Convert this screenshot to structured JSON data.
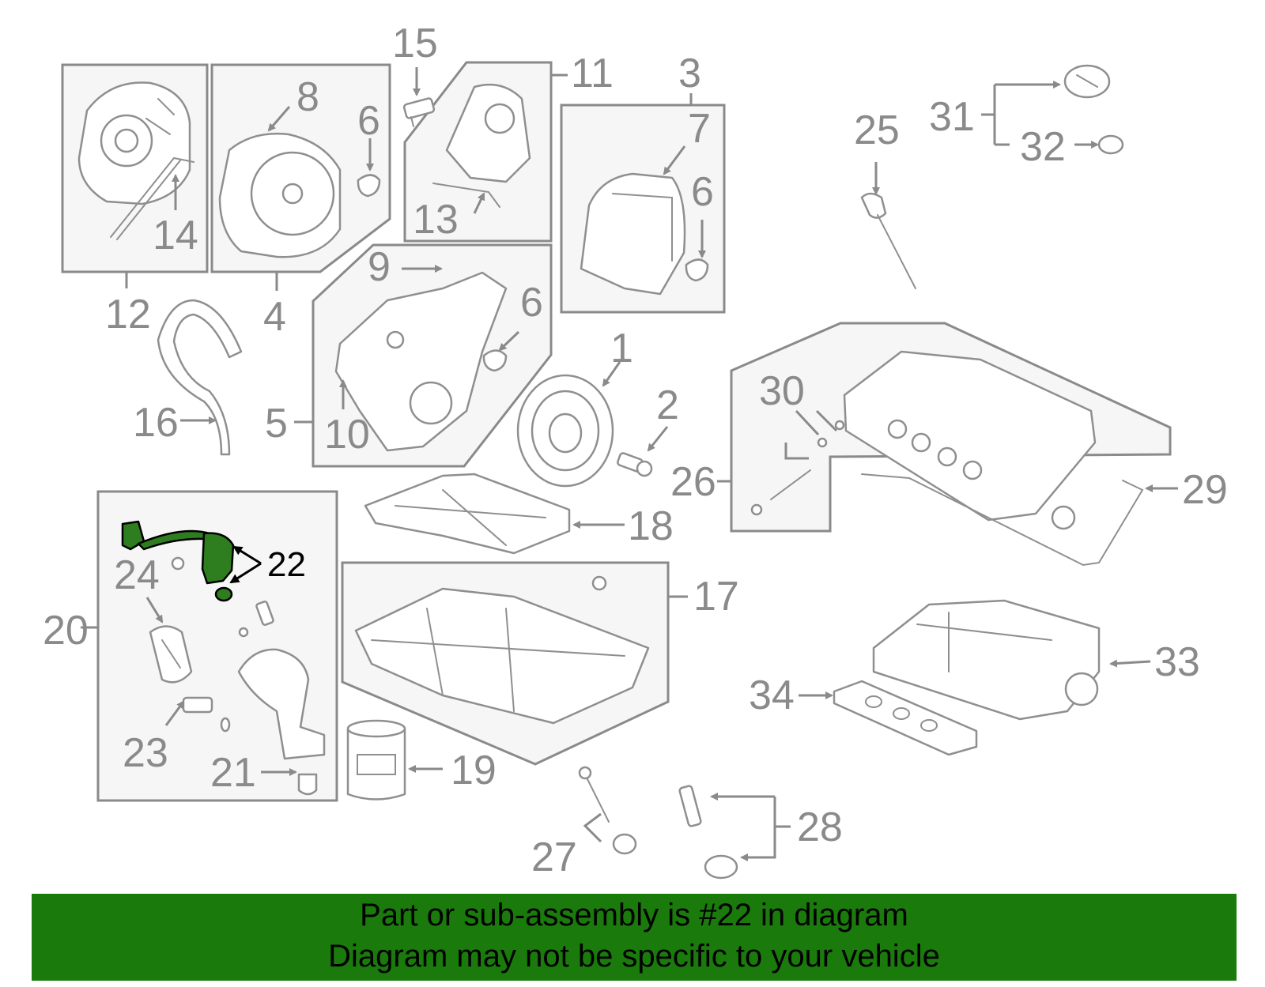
{
  "diagram": {
    "callouts": [
      "1",
      "2",
      "3",
      "4",
      "5",
      "6",
      "7",
      "8",
      "9",
      "10",
      "11",
      "12",
      "13",
      "14",
      "15",
      "16",
      "17",
      "18",
      "19",
      "20",
      "21",
      "22",
      "23",
      "24",
      "25",
      "26",
      "27",
      "28",
      "29",
      "30",
      "31",
      "32",
      "33",
      "34"
    ],
    "highlighted_callout": "22",
    "highlight_color": "#2e7d1e"
  },
  "banner": {
    "line1": "Part or sub-assembly is #22 in diagram",
    "line2": "Diagram may not be specific to your vehicle",
    "background": "#1a7a0c"
  }
}
